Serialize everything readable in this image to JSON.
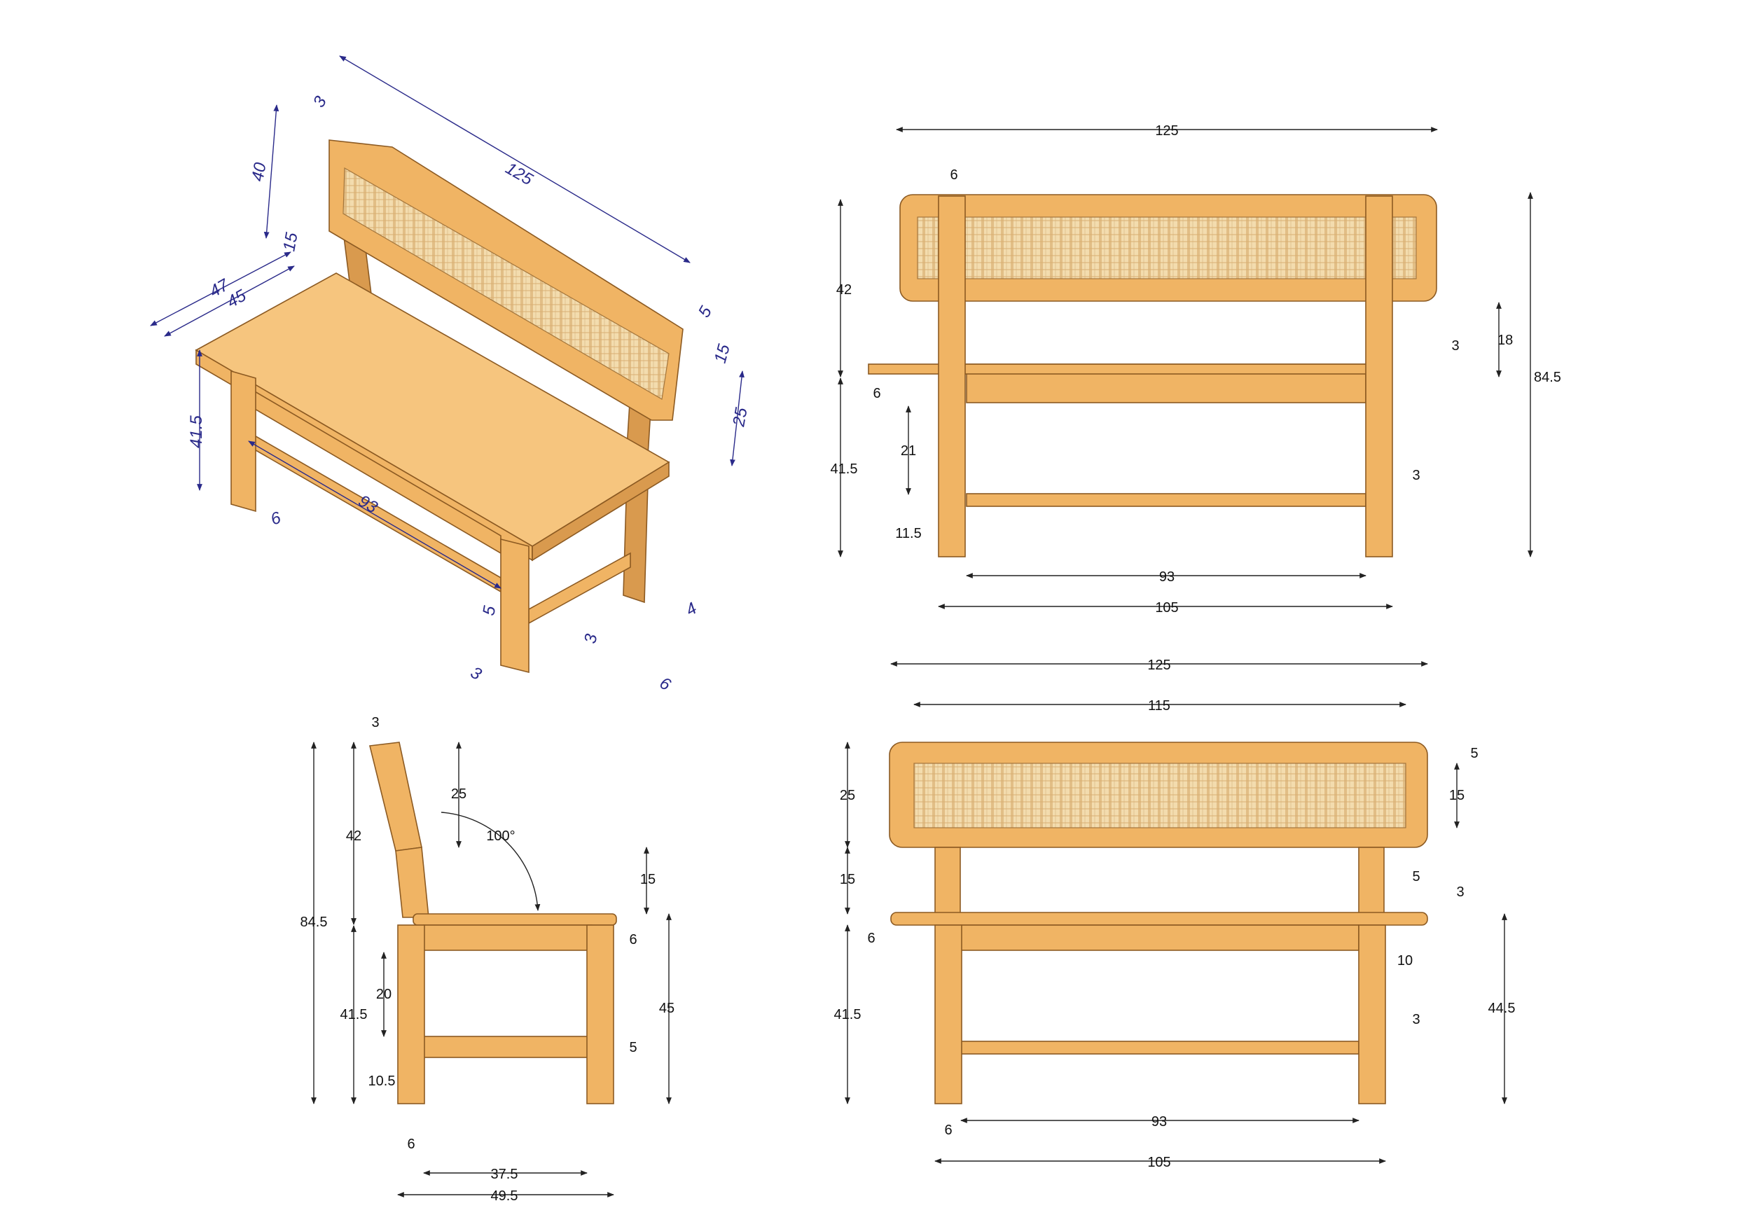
{
  "colors": {
    "wood": "#f0b464",
    "wood_light": "#f6c57e",
    "wood_dark": "#d99a4e",
    "outline": "#8c5a22",
    "cane": "#f3dcae",
    "iso_dimension": "#2a2a8a",
    "dimension": "#222222"
  },
  "iso": {
    "d125": "125",
    "d3": "3",
    "d40": "40",
    "d15a": "15",
    "d47": "47",
    "d45": "45",
    "d5a": "5",
    "d15b": "15",
    "d25": "25",
    "d41_5": "41.5",
    "d6a": "6",
    "d93": "93",
    "d5b": "5",
    "d3b": "3",
    "d3c": "3",
    "d4": "4",
    "d6b": "6"
  },
  "back_view": {
    "w125": "125",
    "w6": "6",
    "h42": "42",
    "h18": "18",
    "h3a": "3",
    "h84_5": "84.5",
    "h6": "6",
    "h41_5": "41.5",
    "h21": "21",
    "h3b": "3",
    "h11_5": "11.5",
    "w93": "93",
    "w105": "105"
  },
  "side_view": {
    "w3": "3",
    "h25": "25",
    "angle": "100°",
    "h42": "42",
    "h84_5": "84.5",
    "h15": "15",
    "h6": "6",
    "h45": "45",
    "h20": "20",
    "h41_5": "41.5",
    "h5": "5",
    "h10_5": "10.5",
    "w6": "6",
    "w37_5": "37.5",
    "w49_5": "49.5"
  },
  "front_view": {
    "w125": "125",
    "w115": "115",
    "h5a": "5",
    "h15a": "15",
    "h25": "25",
    "h15b": "15",
    "w5": "5",
    "h3a": "3",
    "h6": "6",
    "w10": "10",
    "h41_5": "41.5",
    "h44_5": "44.5",
    "h3b": "3",
    "w6": "6",
    "w93": "93",
    "w105": "105"
  }
}
